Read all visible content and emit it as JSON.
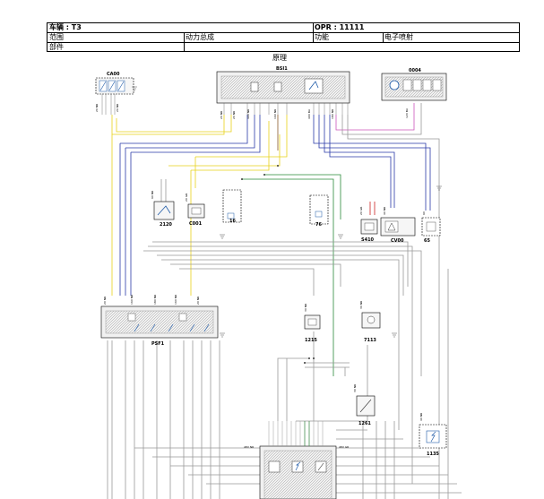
{
  "header": {
    "vehicle": "车辆 : T3",
    "opr": "OPR : 11111",
    "range_label": "范围",
    "range_value": "动力总成",
    "function_label": "功能",
    "function_value": "电子喷射",
    "component_label": "部件"
  },
  "diagram": {
    "title": "原理",
    "components": {
      "ca00": "CA00",
      "bsi1": "BSI1",
      "c0004": "0004",
      "c2120": "2120",
      "c0001": "C001",
      "c16": "16",
      "c76": "76",
      "s410": "S410",
      "cv00": "CV00",
      "c65": "65",
      "psf1": "PSF1",
      "c1215": "1215",
      "c7113": "7113",
      "c1261": "1261",
      "c1135": "1135"
    },
    "connectors": {
      "bsi_a": "2V NR",
      "bsi_b": "2V NR",
      "bsi_c": "40V NR",
      "bsi_d": "16V NR",
      "bsi_e": "40V BA",
      "bsi_f": "18V NR",
      "ca00_a": "2V NR",
      "ca00_b": "2V NR",
      "c2120_a": "6V NR",
      "c0001_a": "2V GR",
      "s410_a": "2V GR",
      "cv00_a": "4V NR",
      "c65_a": "6V",
      "psf1_a": "2V NR",
      "psf1_b": "16V NR",
      "psf1_c": "18V NR",
      "psf1_d": "16V NR",
      "psf1_e": "2V NR",
      "c1215_a": "3V NR",
      "c7113_a": "3V NR",
      "c1261_a": "3V NR",
      "c1135_a": "4V NR",
      "ecu_a": "48V NR",
      "ecu_b": "48V GR",
      "c0004_a": "12V BA"
    }
  }
}
